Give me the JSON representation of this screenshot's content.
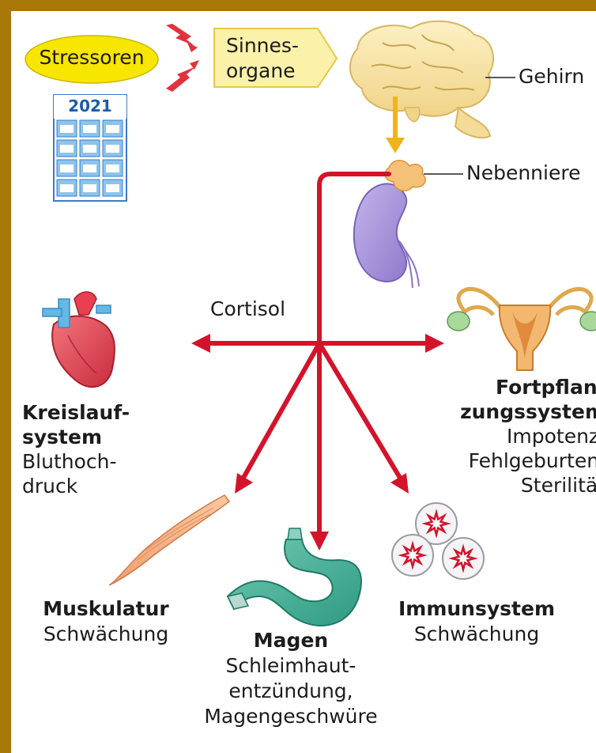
{
  "stressors": {
    "label": "Stressoren"
  },
  "calendar": {
    "year": "2021"
  },
  "senses": {
    "line1": "Sinnes-",
    "line2": "organe"
  },
  "brain": {
    "label": "Gehirn"
  },
  "adrenal": {
    "label": "Nebenniere"
  },
  "hormone": {
    "label": "Cortisol"
  },
  "organs": [
    {
      "id": "kreislauf",
      "title_lines": [
        "Kreislauf-",
        "system"
      ],
      "effect_lines": [
        "Bluthoch-",
        "druck"
      ]
    },
    {
      "id": "fortpflanzung",
      "title_lines": [
        "Fortpflan-",
        "zungssystem"
      ],
      "effect_lines": [
        "Impotenz,",
        "Fehlgeburten,",
        "Sterilität"
      ]
    },
    {
      "id": "muskulatur",
      "title_lines": [
        "Muskulatur"
      ],
      "effect_lines": [
        "Schwächung"
      ]
    },
    {
      "id": "magen",
      "title_lines": [
        "Magen"
      ],
      "effect_lines": [
        "Schleimhaut-",
        "entzündung,",
        "Magengeschwüre"
      ]
    },
    {
      "id": "immunsystem",
      "title_lines": [
        "Immunsystem"
      ],
      "effect_lines": [
        "Schwächung"
      ]
    }
  ],
  "colors": {
    "frame": "#a87808",
    "arrow_red": "#d4132b",
    "arrow_yellow": "#f0b41a",
    "stressor_fill": "#f6e600",
    "senses_fill": "#fbf1a8"
  }
}
